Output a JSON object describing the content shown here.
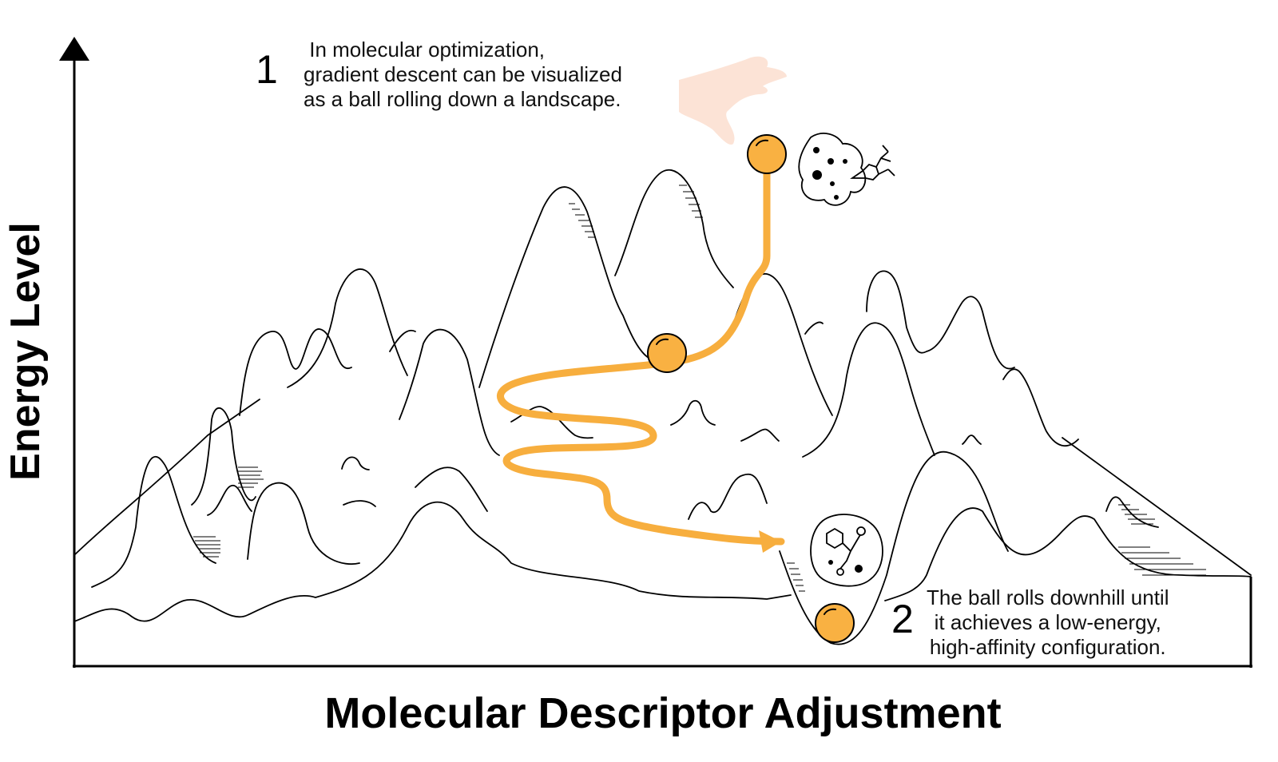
{
  "axes": {
    "y_label": "Energy Level",
    "x_label": "Molecular Descriptor Adjustment"
  },
  "steps": [
    {
      "number": "1",
      "text": " In molecular optimization,\ngradient descent can be visualized\nas a ball rolling down a landscape."
    },
    {
      "number": "2",
      "text": "The ball rolls downhill until\nit achieves a low-energy,\nhigh-affinity configuration."
    }
  ],
  "colors": {
    "ball": "#F9B142",
    "path": "#F7AE3E",
    "line": "#000000",
    "hand": "#FCE3D6"
  },
  "icons": [
    "hand-icon",
    "molecule-cloud-icon",
    "molecule-cloud-icon"
  ]
}
